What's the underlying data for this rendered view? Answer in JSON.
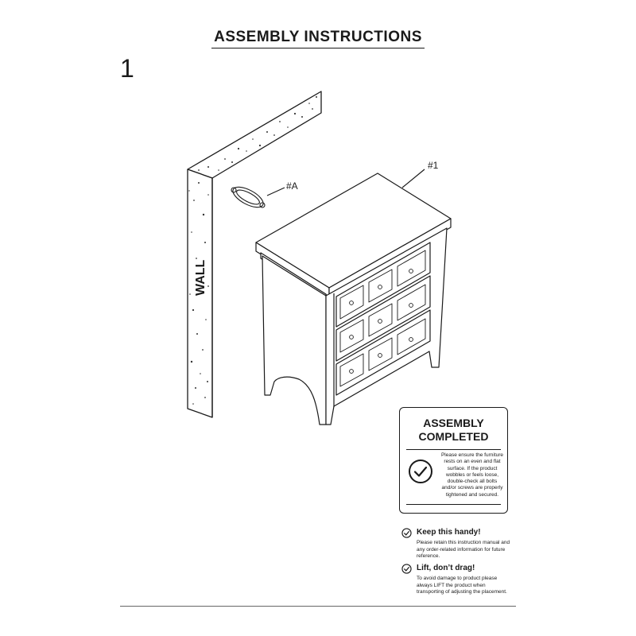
{
  "title": "ASSEMBLY  INSTRUCTIONS",
  "step_number": "1",
  "labels": {
    "part_1": "#1",
    "part_a": "#A",
    "wall": "WALL"
  },
  "completed": {
    "title_line1": "ASSEMBLY",
    "title_line2": "COMPLETED",
    "icon": "check-circle-icon",
    "text": "Please ensure the furniture rests on an even and flat surface. If the product wobbles or feels loose, double-check all bolts and/or screws are properly tightened and secured."
  },
  "tips": [
    {
      "icon": "check-circle-icon",
      "title": "Keep this handy!",
      "text": "Please retain this instruction manual and any order-related information for future reference."
    },
    {
      "icon": "check-circle-icon",
      "title": "Lift, don’t drag!",
      "text": "To avoid damage to product please always LIFT the product when transporting of adjusting the placement."
    }
  ]
}
